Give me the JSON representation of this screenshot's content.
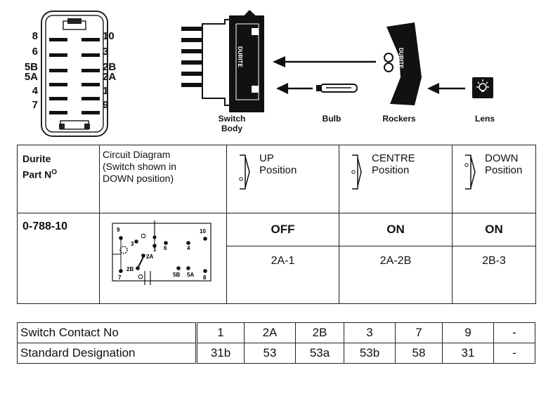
{
  "pin_labels": {
    "left": [
      "8",
      "6",
      "5B",
      "5A",
      "4",
      "7"
    ],
    "right": [
      "10",
      "3",
      "2B",
      "2A",
      "1",
      "9"
    ]
  },
  "brand_mark": "DURITE",
  "captions": {
    "switch_body": "Switch\nBody",
    "bulb": "Bulb",
    "rockers": "Rockers",
    "lens": "Lens"
  },
  "table": {
    "part_header": "Durite\nPart N",
    "part_header_sup": "O",
    "circuit_header": "Circuit Diagram\n(Switch shown in\nDOWN position)",
    "positions": [
      "UP\nPosition",
      "CENTRE\nPosition",
      "DOWN\nPosition"
    ],
    "part_no": "0-788-10",
    "states": [
      "OFF",
      "ON",
      "ON"
    ],
    "connections": [
      "",
      "2A-1",
      "2A-2B",
      "2B-3"
    ],
    "circuit_labels": {
      "t9": "9",
      "t3": "3",
      "t1": "1",
      "t6": "6",
      "t4": "4",
      "t10": "10",
      "t2A": "2A",
      "t2B": "2B",
      "t7": "7",
      "t5B": "5B",
      "t5A": "5A",
      "t8": "8"
    }
  },
  "designation": {
    "row1_label": "Switch Contact No",
    "row1": [
      "1",
      "2A",
      "2B",
      "3",
      "7",
      "9",
      "-"
    ],
    "row2_label": "Standard Designation",
    "row2": [
      "31b",
      "53",
      "53a",
      "53b",
      "58",
      "31",
      "-"
    ]
  }
}
